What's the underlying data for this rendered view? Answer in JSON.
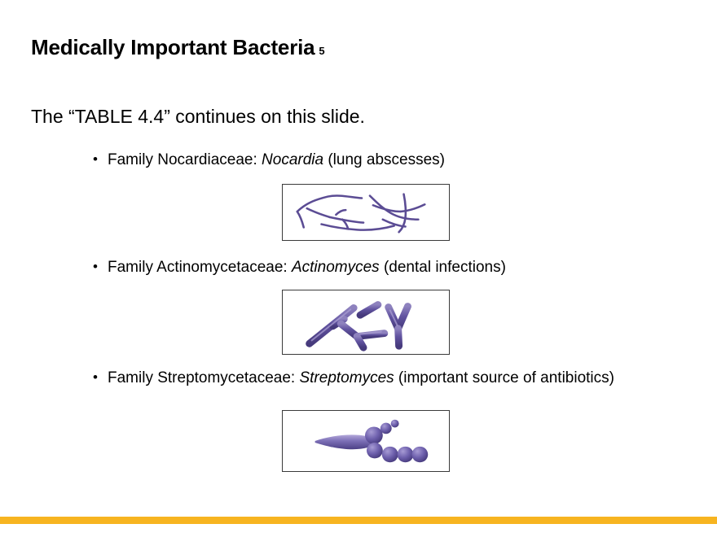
{
  "slide": {
    "title": "Medically Important Bacteria",
    "title_suffix": "5",
    "subtitle": "The “TABLE 4.4” continues on this slide.",
    "background_color": "#ffffff",
    "accent_bar_color": "#F7B420",
    "organism_color": "#5B4C94",
    "figure_border_color": "#3a3a3a"
  },
  "bullets": [
    {
      "marker": "•",
      "prefix": "Family Nocardiaceae: ",
      "genus": "Nocardia",
      "suffix": " (lung abscesses)",
      "figure_name": "nocardia-filaments"
    },
    {
      "marker": "•",
      "prefix": "Family Actinomycetaceae: ",
      "genus": "Actinomyces",
      "suffix": " (dental infections)",
      "figure_name": "actinomyces-branching-rods"
    },
    {
      "marker": "•",
      "prefix": "Family Streptomycetaceae: ",
      "genus": "Streptomyces",
      "suffix": " (important source of antibiotics)",
      "figure_name": "streptomyces-spore-chain"
    }
  ]
}
